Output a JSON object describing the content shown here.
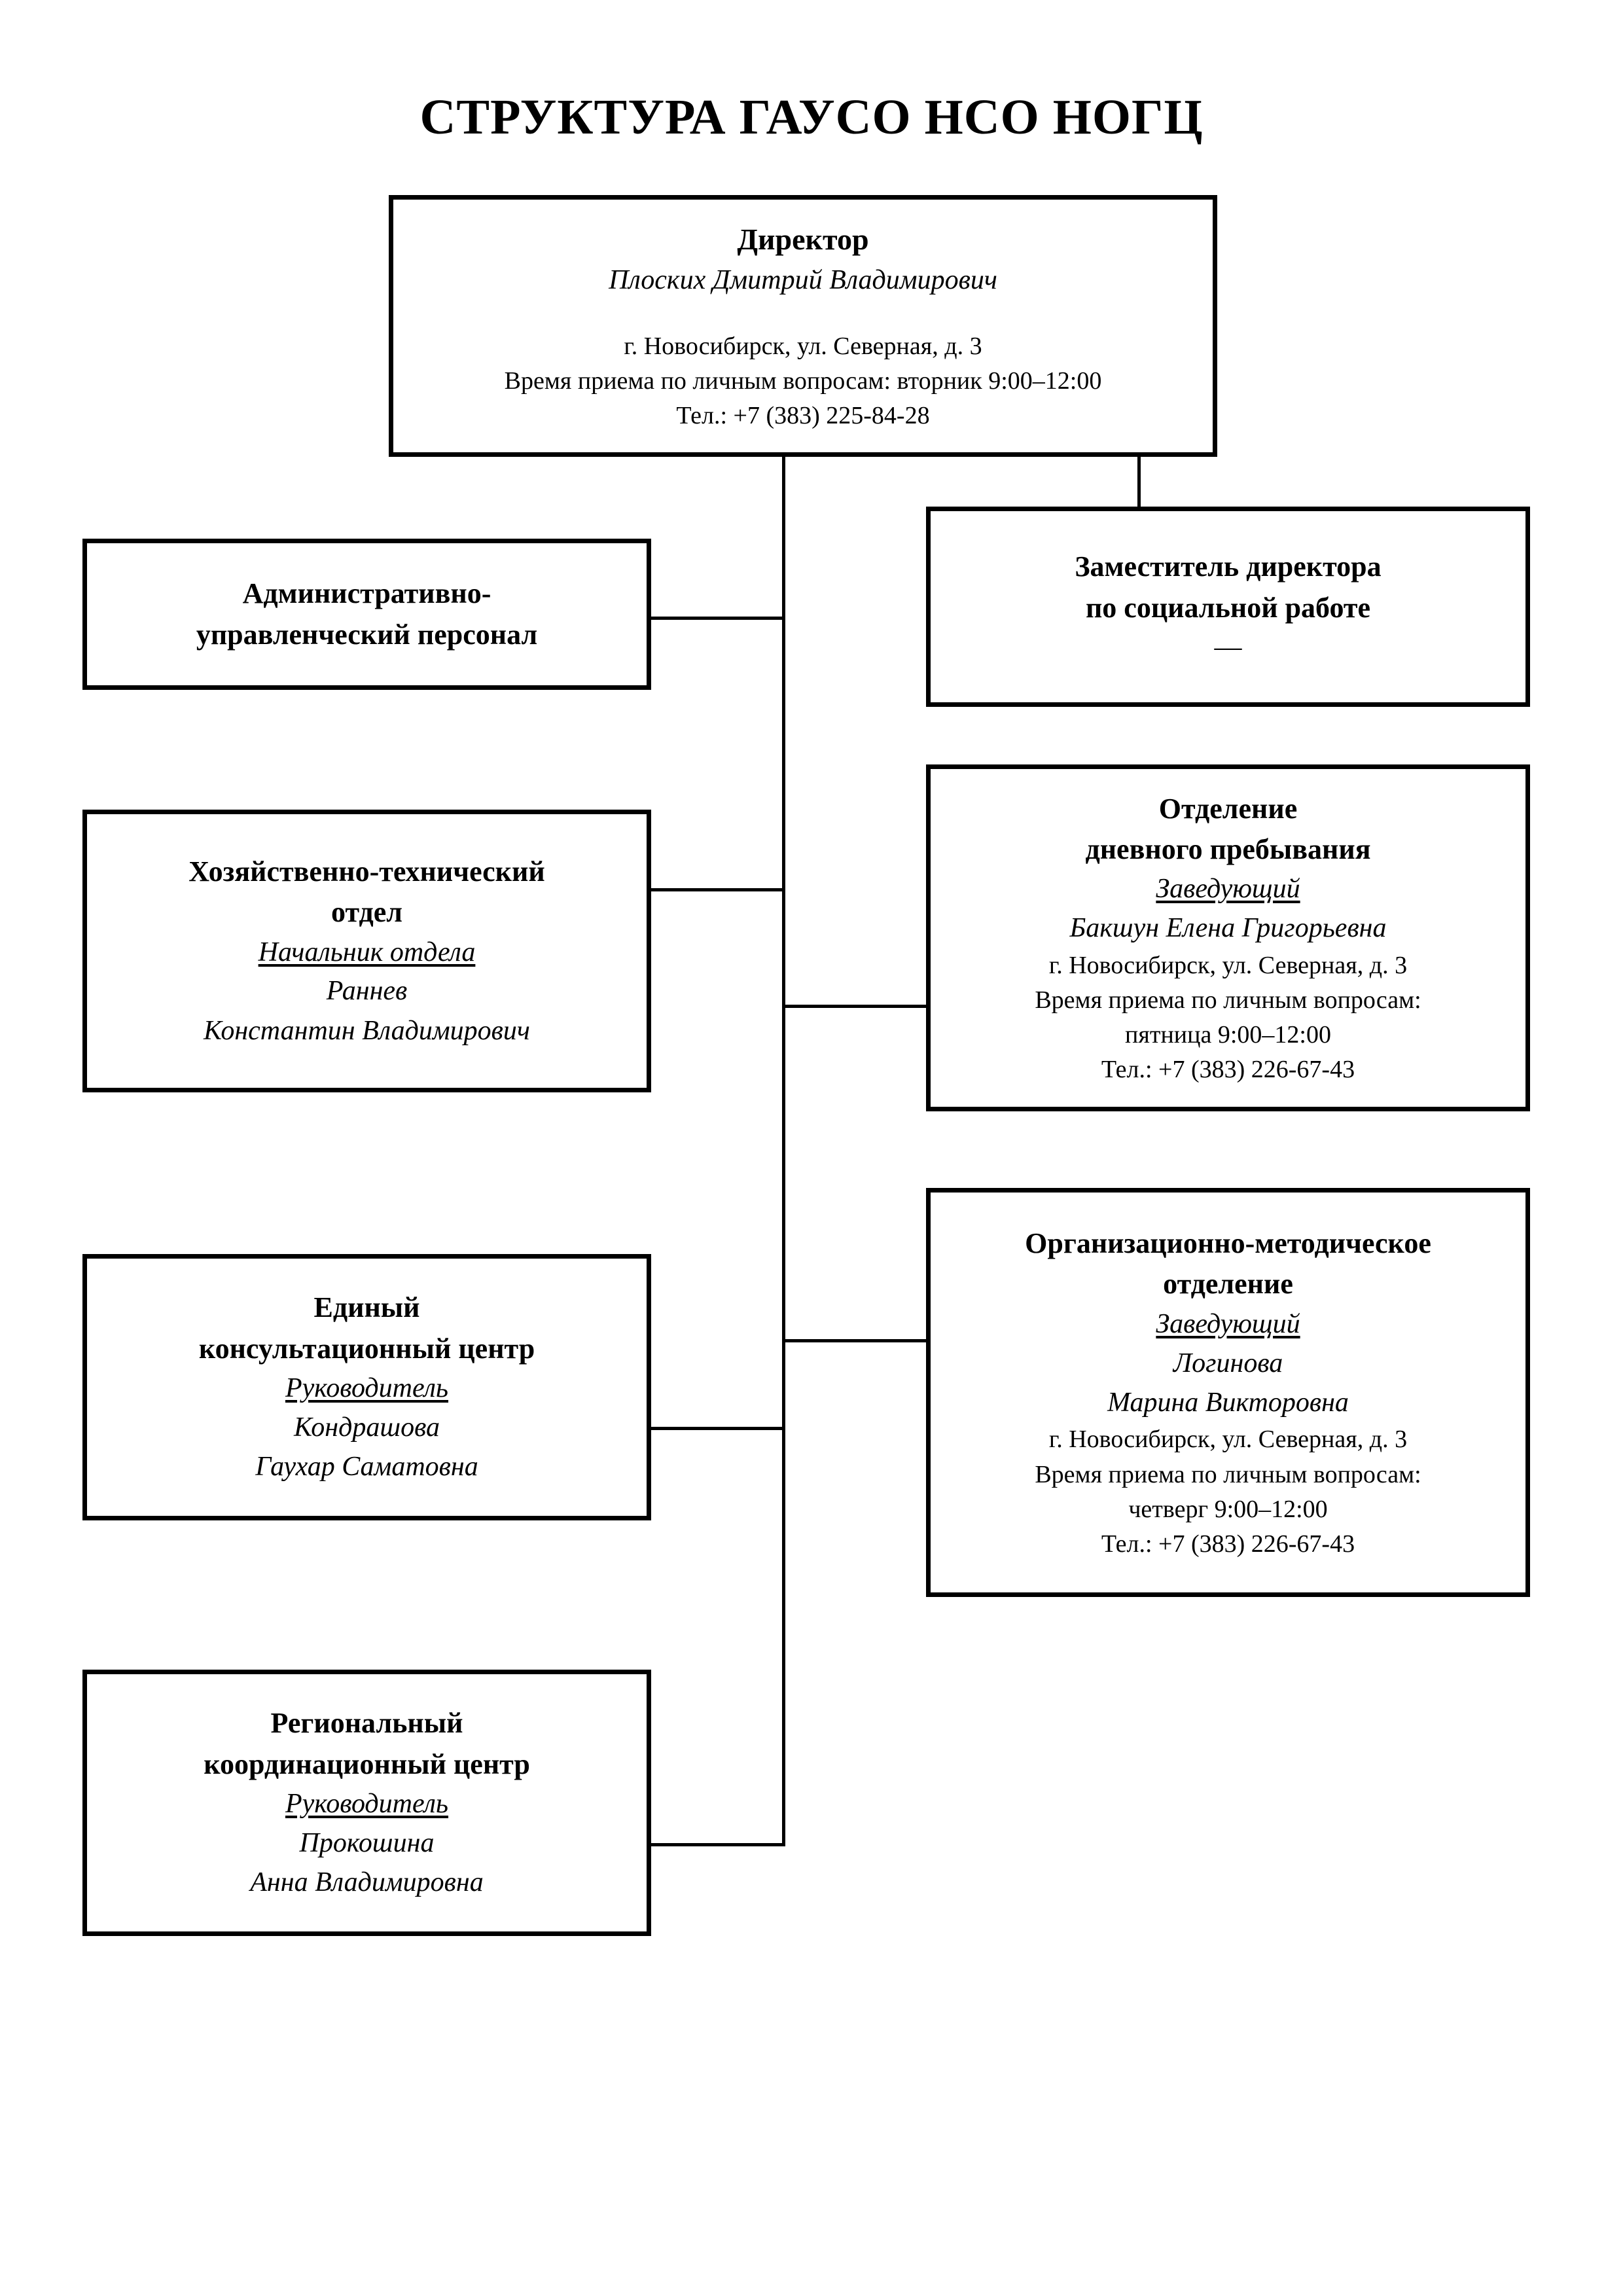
{
  "title": "СТРУКТУРА ГАУСО НСО НОГЦ",
  "nodes": {
    "director": {
      "role_title": "Директор",
      "person": "Плоских Дмитрий Владимирович",
      "address": "г. Новосибирск, ул. Северная, д. 3",
      "reception": "Время приема по личным вопросам: вторник 9:00–12:00",
      "phone": "Тел.: +7 (383) 225-84-28"
    },
    "deputy": {
      "title_line1": "Заместитель директора",
      "title_line2": "по социальной работе",
      "person": "—"
    },
    "admin_staff": {
      "title_line1": "Административно-",
      "title_line2": "управленческий персонал"
    },
    "tech_department": {
      "title_line1": "Хозяйственно-технический",
      "title_line2": "отдел",
      "role": "Начальник отдела",
      "person_line1": "Раннев",
      "person_line2": "Константин Владимирович"
    },
    "consult_center": {
      "title_line1": "Единый",
      "title_line2": "консультационный центр",
      "role": "Руководитель",
      "person_line1": "Кондрашова",
      "person_line2": "Гаухар Саматовна"
    },
    "regional_center": {
      "title_line1": "Региональный",
      "title_line2": "координационный центр",
      "role": "Руководитель",
      "person_line1": "Прокошина",
      "person_line2": "Анна Владимировна"
    },
    "day_stay": {
      "title_line1": "Отделение",
      "title_line2": "дневного пребывания",
      "role": "Заведующий",
      "person": "Бакшун Елена Григорьевна",
      "address": "г. Новосибирск, ул. Северная, д. 3",
      "reception_line1": "Время приема по личным вопросам:",
      "reception_line2": "пятница 9:00–12:00",
      "phone": "Тел.: +7 (383) 226-67-43"
    },
    "org_method": {
      "title_line1": "Организационно-методическое",
      "title_line2": "отделение",
      "role": "Заведующий",
      "person_line1": "Логинова",
      "person_line2": "Марина Викторовна",
      "address": "г. Новосибирск, ул. Северная, д. 3",
      "reception_line1": "Время приема по личным вопросам:",
      "reception_line2": "четверг 9:00–12:00",
      "phone": "Тел.: +7 (383) 226-67-43"
    }
  }
}
